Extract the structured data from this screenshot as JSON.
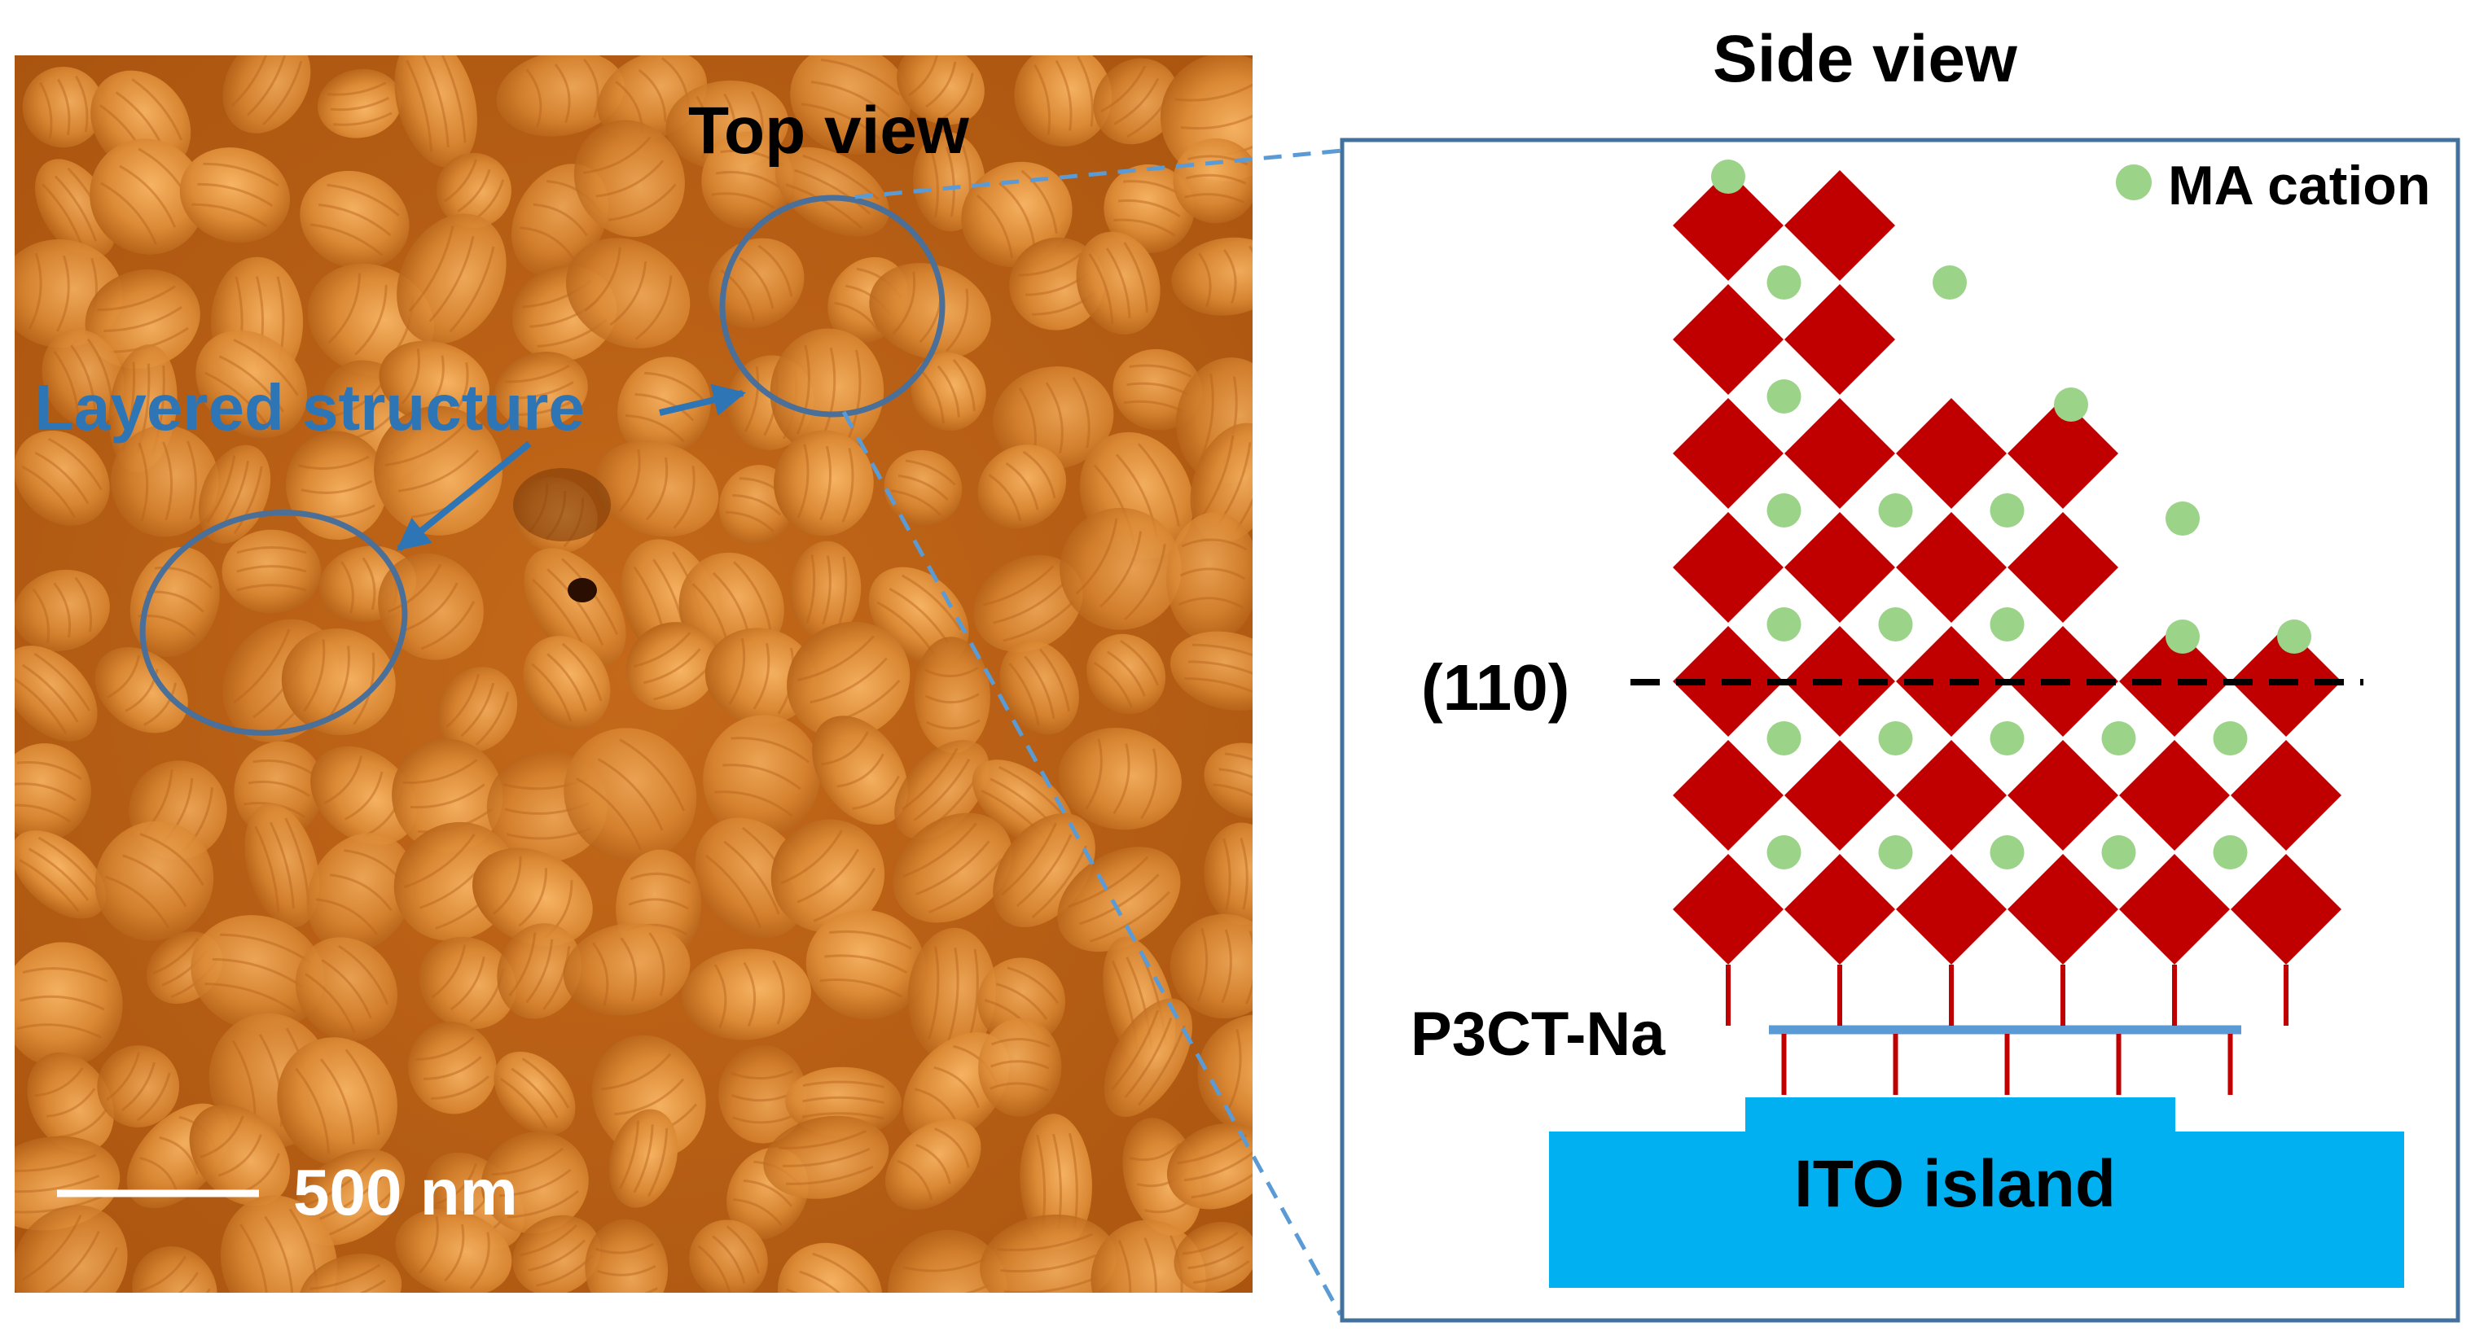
{
  "labels": {
    "side_view": "Side view",
    "top_view": "Top view",
    "layered_structure": "Layered structure",
    "scale_bar": "500 nm",
    "ma_cation": "MA cation",
    "plane": "(110)",
    "p3ct": "P3CT-Na",
    "ito": "ITO island"
  },
  "colors": {
    "afm_base": "#c9701e",
    "octahedron": "#c00000",
    "cation": "#9bd388",
    "ito": "#00b0f0",
    "polymer_line": "#5b9bd5",
    "linker": "#c00000",
    "annotation": "#2e75b6",
    "circle": "#4a6f98",
    "frame": "#41719c"
  },
  "lattice": {
    "rows_bottom_up": [
      [
        0,
        1,
        2,
        3,
        4,
        5
      ],
      [
        0,
        1,
        2,
        3,
        4,
        5
      ],
      [
        0,
        1,
        2,
        3,
        4,
        5
      ],
      [
        0,
        1,
        2,
        3
      ],
      [
        0,
        1,
        2,
        3
      ],
      [
        0,
        1
      ],
      [
        0,
        1
      ]
    ]
  }
}
